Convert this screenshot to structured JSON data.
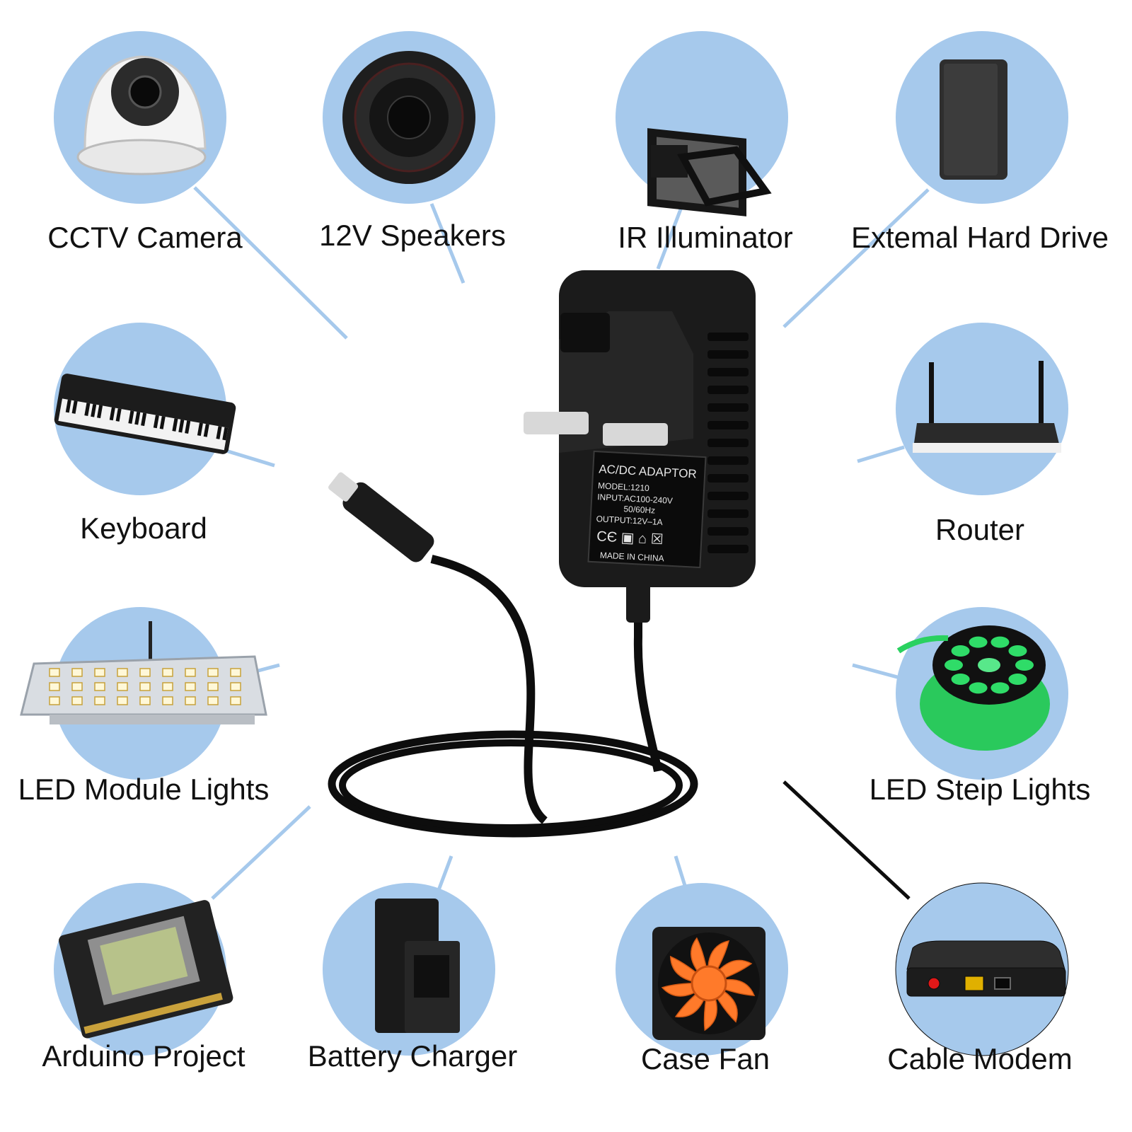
{
  "colors": {
    "circle": "#a6c9ec",
    "connector_line": "#a6c9ec",
    "adapter_body": "#1b1b1b",
    "cable": "#0d0d0d",
    "prong": "#d8d8d8",
    "label_text": "#111111"
  },
  "adapter": {
    "label_lines": [
      "AC/DC ADAPTOR",
      "MODEL:1210",
      "INPUT:AC100-240V",
      "50/60Hz",
      "OUTPUT:12V–1A",
      "MADE IN CHINA"
    ]
  },
  "devices": [
    {
      "id": "cctv-camera",
      "label": "CCTV Camera",
      "icon": "dome-camera-icon"
    },
    {
      "id": "12v-speakers",
      "label": "12V Speakers",
      "icon": "speaker-icon"
    },
    {
      "id": "ir-illuminator",
      "label": "IR Illuminator",
      "icon": "ir-illuminator-icon"
    },
    {
      "id": "external-hard-drive",
      "label": "Extemal Hard Drive",
      "icon": "hard-drive-icon"
    },
    {
      "id": "keyboard",
      "label": "Keyboard",
      "icon": "keyboard-icon"
    },
    {
      "id": "router",
      "label": "Router",
      "icon": "router-icon"
    },
    {
      "id": "led-module-lights",
      "label": "LED Module Lights",
      "icon": "led-module-icon"
    },
    {
      "id": "led-strip-lights",
      "label": "LED Steip Lights",
      "icon": "led-strip-icon"
    },
    {
      "id": "arduino-project",
      "label": "Arduino Project",
      "icon": "arduino-board-icon"
    },
    {
      "id": "battery-charger",
      "label": "Battery Charger",
      "icon": "battery-charger-icon"
    },
    {
      "id": "case-fan",
      "label": "Case Fan",
      "icon": "case-fan-icon"
    },
    {
      "id": "cable-modem",
      "label": "Cable Modem",
      "icon": "cable-modem-icon"
    }
  ]
}
